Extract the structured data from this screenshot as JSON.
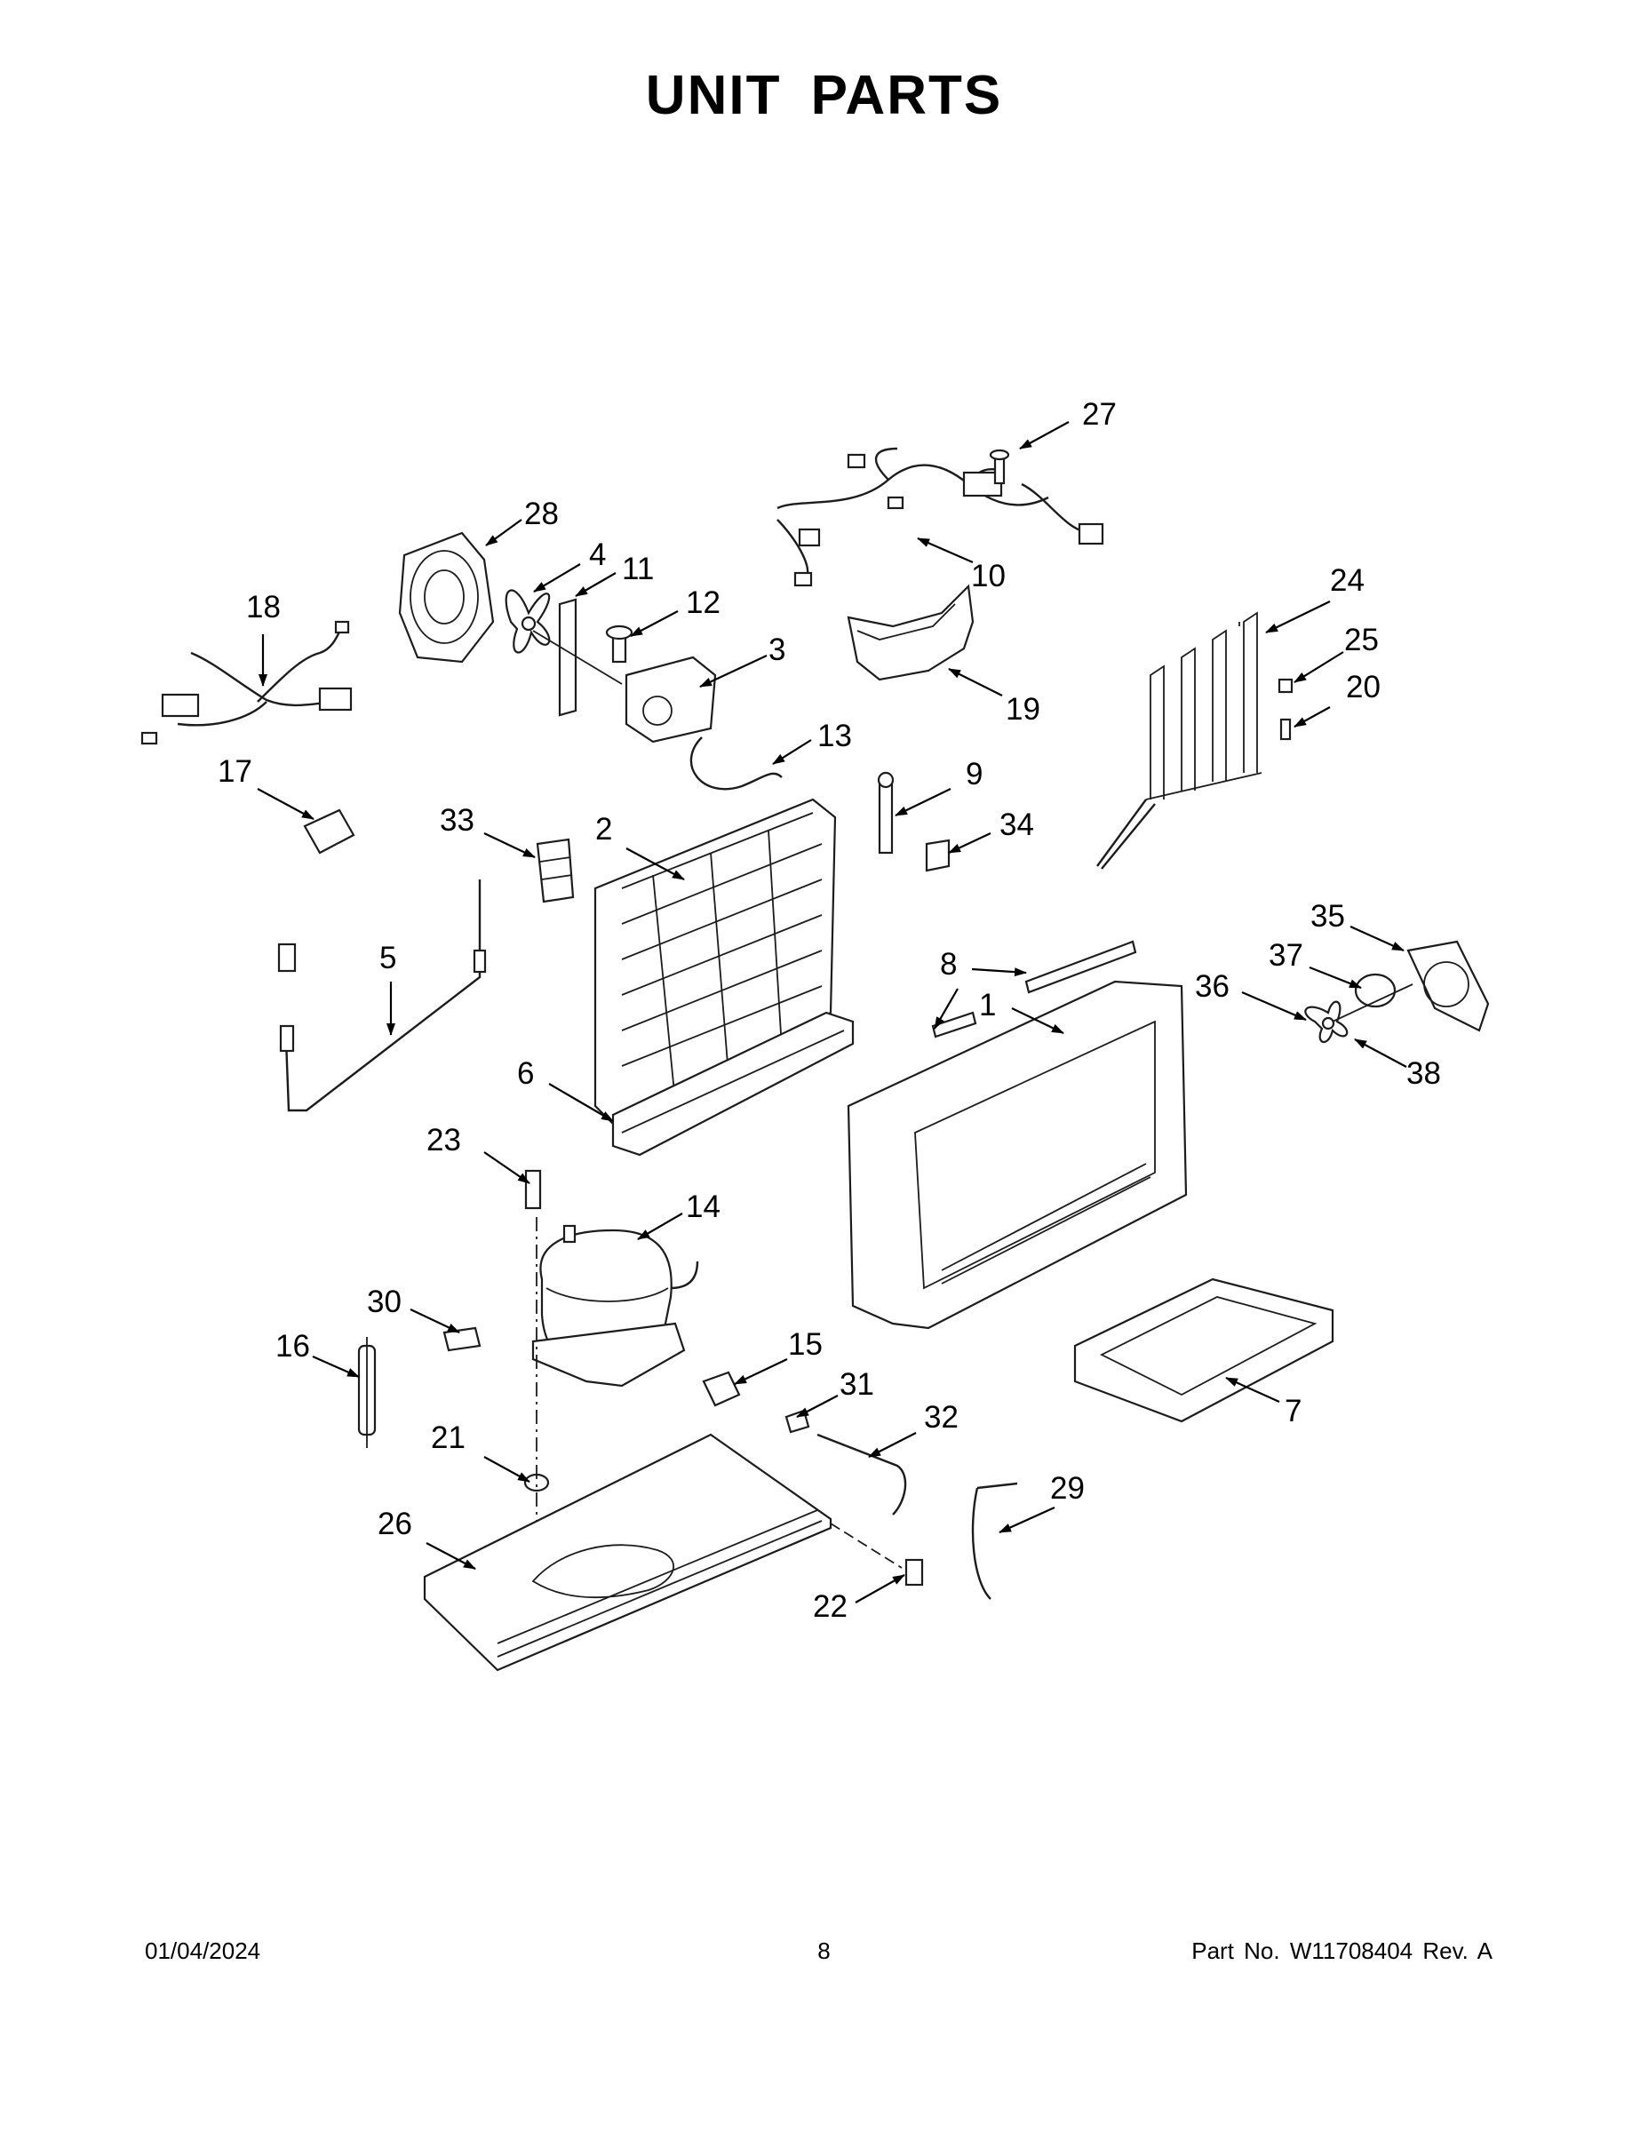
{
  "page": {
    "title": "UNIT  PARTS",
    "date": "01/04/2024",
    "page_number": "8",
    "part_number": "Part No.  W11708404  Rev.  A"
  },
  "callouts": {
    "c1": "1",
    "c2": "2",
    "c3": "3",
    "c4": "4",
    "c5": "5",
    "c6": "6",
    "c7": "7",
    "c8a": "8",
    "c8b": "8",
    "c9": "9",
    "c10": "10",
    "c11": "11",
    "c12": "12",
    "c13": "13",
    "c14": "14",
    "c15": "15",
    "c16": "16",
    "c17": "17",
    "c18": "18",
    "c19": "19",
    "c20": "20",
    "c21": "21",
    "c22": "22",
    "c23": "23",
    "c24": "24",
    "c25": "25",
    "c26": "26",
    "c27": "27",
    "c28": "28",
    "c29": "29",
    "c30": "30",
    "c31": "31",
    "c32": "32",
    "c33": "33",
    "c34": "34",
    "c35": "35",
    "c36": "36",
    "c37": "37",
    "c38": "38"
  },
  "colors": {
    "line": "#1c1c1c",
    "background": "#ffffff"
  }
}
